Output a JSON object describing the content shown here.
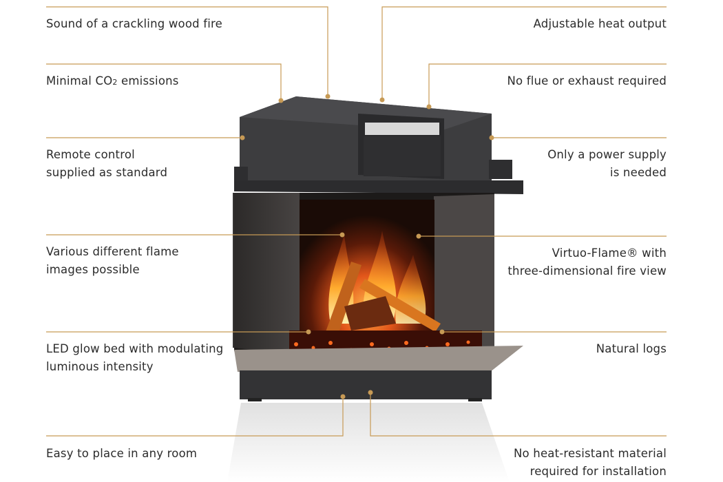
{
  "accent_color": "#c79a55",
  "features_left": [
    {
      "id": "crackling-sound",
      "text": "Sound of a crackling wood fire"
    },
    {
      "id": "co2",
      "text_before": "Minimal CO",
      "text_sub": "2",
      "text_after": " emissions"
    },
    {
      "id": "remote-control",
      "text": "Remote control\nsupplied as standard"
    },
    {
      "id": "flame-images",
      "text": "Various different flame\nimages possible"
    },
    {
      "id": "led-glow-bed",
      "text": "LED glow bed with modulating\nluminous intensity"
    },
    {
      "id": "easy-place",
      "text": "Easy to place in any room"
    }
  ],
  "features_right": [
    {
      "id": "heat-output",
      "text": "Adjustable heat output"
    },
    {
      "id": "no-flue",
      "text": "No flue or exhaust required"
    },
    {
      "id": "power-supply",
      "text": "Only a power supply\nis needed"
    },
    {
      "id": "virtuo-flame",
      "text": "Virtuo-Flame® with\nthree-dimensional fire view"
    },
    {
      "id": "natural-logs",
      "text": "Natural logs"
    },
    {
      "id": "no-heat-resistant",
      "text": "No heat-resistant material\nrequired for installation"
    }
  ]
}
